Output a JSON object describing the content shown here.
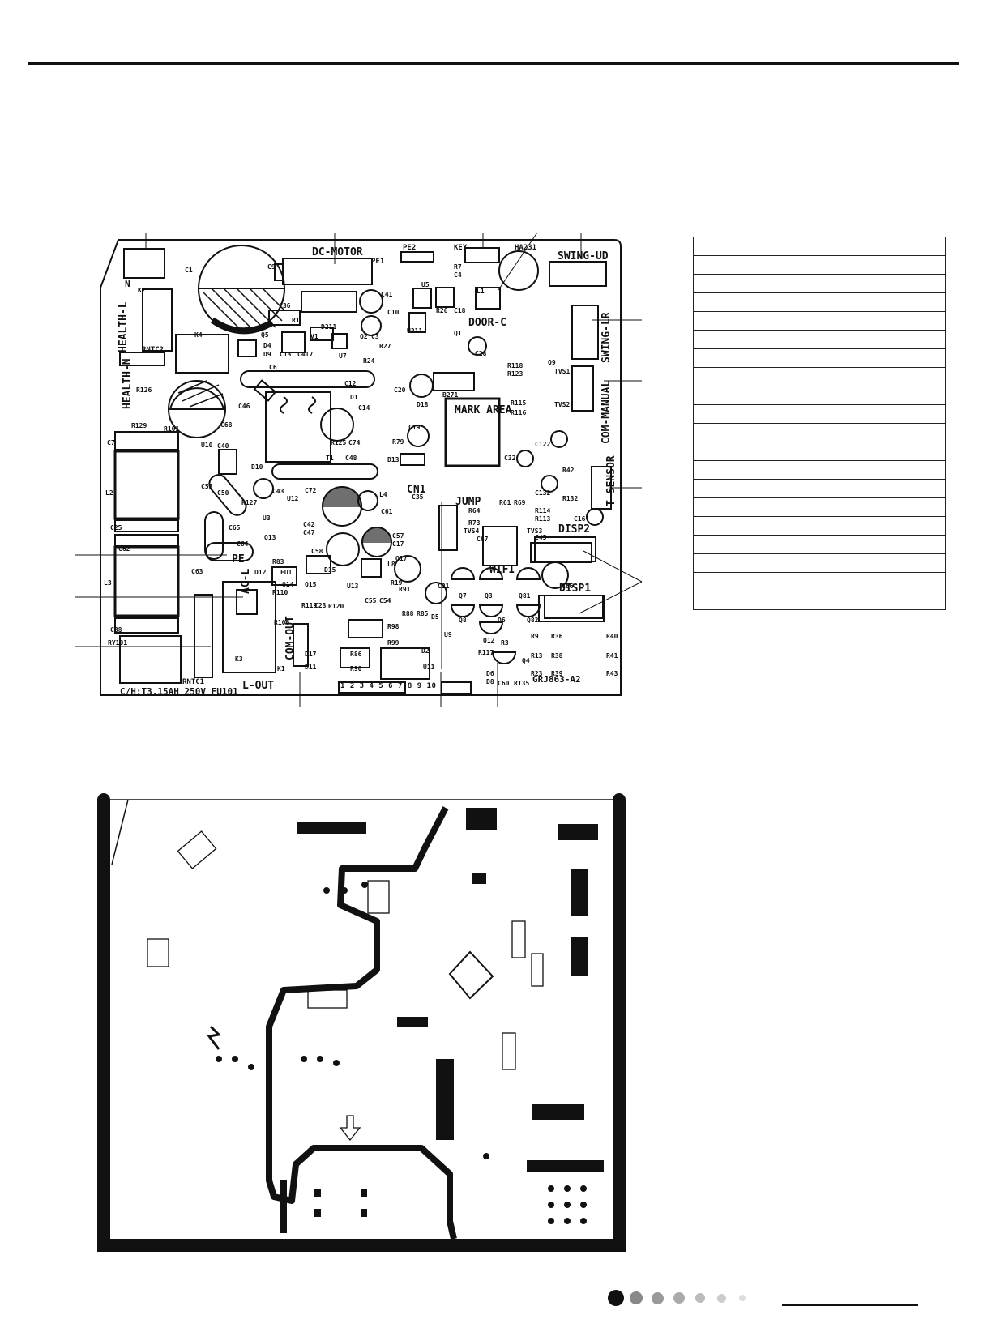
{
  "board": {
    "model": "GRJ863-A2",
    "fuse_label": "C/H:T3.15AH 250V FU101",
    "mark_area": "MARK AREA",
    "connectors": {
      "n": "N",
      "dc_motor": "DC-MOTOR",
      "pe1": "PE1",
      "pe2": "PE2",
      "key": "KEY",
      "ha231": "HA231",
      "swing_ud": "SWING-UD",
      "swing_lr": "SWING-LR",
      "com_manual": "COM-MANUAL",
      "t_sensor": "T-SENSOR",
      "door_c": "DOOR-C",
      "health_l": "HEALTH-L",
      "health_n": "HEALTH-N",
      "jump": "JUMP",
      "cn1": "CN1",
      "wifi": "WIFI",
      "disp1": "DISP1",
      "disp2": "DISP2",
      "ac_l": "AC-L",
      "com_out": "COM-OUT",
      "l_out": "L-OUT",
      "pe": "PE",
      "rntc2": "RNTC2",
      "rntc1": "RNTC1"
    },
    "components": [
      "C1",
      "K2",
      "K4",
      "C9",
      "C36",
      "R1",
      "D211",
      "V1",
      "C13",
      "C417",
      "Q5",
      "D4",
      "D9",
      "C6",
      "U7",
      "Q2",
      "R27",
      "R24",
      "C3",
      "C41",
      "C10",
      "U5",
      "U211",
      "Q1",
      "R26",
      "C18",
      "R7",
      "C4",
      "L1",
      "C28",
      "R126",
      "R129",
      "R101",
      "C7",
      "L2",
      "C25",
      "C62",
      "L3",
      "C38",
      "RY101",
      "C40",
      "U10",
      "C46",
      "C68",
      "C50",
      "C53",
      "R127",
      "D10",
      "C12",
      "D1",
      "C14",
      "R125",
      "C74",
      "T1",
      "C48",
      "C43",
      "C72",
      "U12",
      "U3",
      "C42",
      "C47",
      "C58",
      "D15",
      "L4",
      "C61",
      "C57",
      "C17",
      "Q13",
      "R83",
      "C63",
      "C64",
      "C65",
      "D12",
      "FU1",
      "Q14",
      "R110",
      "Q15",
      "R119",
      "C23",
      "R120",
      "U13",
      "C55",
      "C54",
      "L8",
      "R91",
      "R19",
      "Q17",
      "C21",
      "R88",
      "R85",
      "D5",
      "R98",
      "R99",
      "R86",
      "R90",
      "U9",
      "D2",
      "U11",
      "R3",
      "R117",
      "D17",
      "D11",
      "K1",
      "K3",
      "R106",
      "C20",
      "D18",
      "B271",
      "R79",
      "C19",
      "D13",
      "C35",
      "R64",
      "R61",
      "R69",
      "R114",
      "R113",
      "R73",
      "TVS4",
      "TVS3",
      "C67",
      "C45",
      "Q7",
      "Q3",
      "Q81",
      "C66",
      "Q8",
      "Q6",
      "Q82",
      "Q12",
      "Q4",
      "C60",
      "R135",
      "D6",
      "D8",
      "R9",
      "R36",
      "R40",
      "R13",
      "R38",
      "R41",
      "R23",
      "R39",
      "R43",
      "R118",
      "R123",
      "Q9",
      "TVS1",
      "TVS2",
      "R115",
      "R116",
      "C32",
      "C122",
      "R42",
      "C132",
      "R132",
      "C16"
    ]
  },
  "pin_numbers": "1 2 3 4 5 6 7 8 9 10",
  "legend_rows": 20,
  "page_dots": 7
}
